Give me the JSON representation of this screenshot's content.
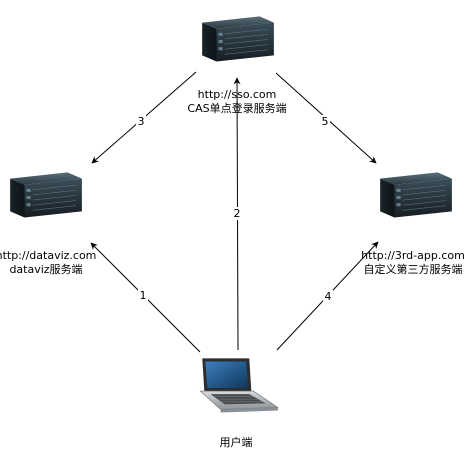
{
  "nodes": {
    "sso": {
      "url": "http://sso.com",
      "name": "CAS单点登录服务端",
      "icon": "server-icon"
    },
    "dataviz": {
      "url": "http://dataviz.com",
      "name": "dataviz服务端",
      "icon": "server-icon"
    },
    "third_app": {
      "url": "http://3rd-app.com",
      "name": "自定义第三方服务端",
      "icon": "server-icon"
    },
    "client": {
      "name": "用户端",
      "icon": "laptop-icon"
    }
  },
  "edges": [
    {
      "label": "1",
      "from": "client",
      "to": "dataviz"
    },
    {
      "label": "2",
      "from": "client",
      "to": "sso"
    },
    {
      "label": "3",
      "from": "sso",
      "to": "dataviz"
    },
    {
      "label": "4",
      "from": "client",
      "to": "third_app"
    },
    {
      "label": "5",
      "from": "sso",
      "to": "third_app"
    }
  ],
  "colors": {
    "server_body": "#1f2a30",
    "server_front": "#2b3a42",
    "server_highlight": "#4a6170",
    "laptop_body": "#b8bcc0",
    "laptop_screen": "#1d4f7a",
    "line": "#000000"
  }
}
